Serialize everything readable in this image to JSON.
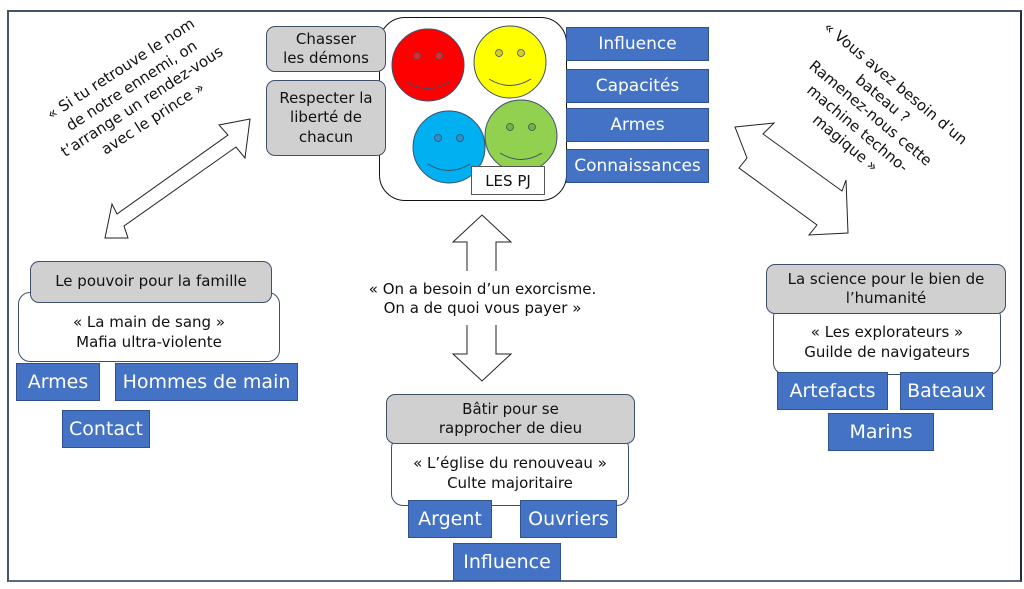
{
  "center": {
    "label": "LES PJ",
    "goals": [
      "Chasser les démons",
      "Respecter la liberté de chacun"
    ],
    "assets": [
      "Influence",
      "Capacités",
      "Armes",
      "Connaissances"
    ],
    "faces": [
      {
        "name": "red",
        "color": "#ff0000",
        "eye": "#c0504d"
      },
      {
        "name": "yellow",
        "color": "#ffff00",
        "eye": "#bfbf3f"
      },
      {
        "name": "blue",
        "color": "#00b0f0",
        "eye": "#2e86b8"
      },
      {
        "name": "green",
        "color": "#92d050",
        "eye": "#6a9e3a"
      }
    ]
  },
  "quotes": {
    "left": [
      "« Si tu retrouve le nom",
      "de notre ennemi, on",
      "t’arrange un rendez-vous",
      "avec le prince »"
    ],
    "right": [
      "« Vous avez besoin d’un",
      "bateau ?",
      "Ramenez-nous cette",
      "machine techno-",
      "magique »"
    ],
    "center": [
      "« On a besoin d’un exorcisme.",
      "On a de quoi vous payer »"
    ]
  },
  "factions": {
    "left": {
      "motto": "Le pouvoir pour la famille",
      "name": "« La main de sang »",
      "type": "Mafia ultra-violente",
      "assets": [
        "Armes",
        "Hommes de main",
        "Contact"
      ]
    },
    "bottom": {
      "motto_lines": [
        "Bâtir pour se",
        "rapprocher de dieu"
      ],
      "name": "« L’église du renouveau »",
      "type": "Culte majoritaire",
      "assets": [
        "Argent",
        "Ouvriers",
        "Influence"
      ]
    },
    "right": {
      "motto_lines": [
        "La science pour le bien de",
        "l’humanité"
      ],
      "name": "« Les explorateurs »",
      "type": "Guilde de navigateurs",
      "assets": [
        "Artefacts",
        "Bateaux",
        "Marins"
      ]
    }
  },
  "colors": {
    "asset_blue": "#4472c4",
    "goal_gray": "#d0d0d0",
    "frame": "#44546a"
  }
}
